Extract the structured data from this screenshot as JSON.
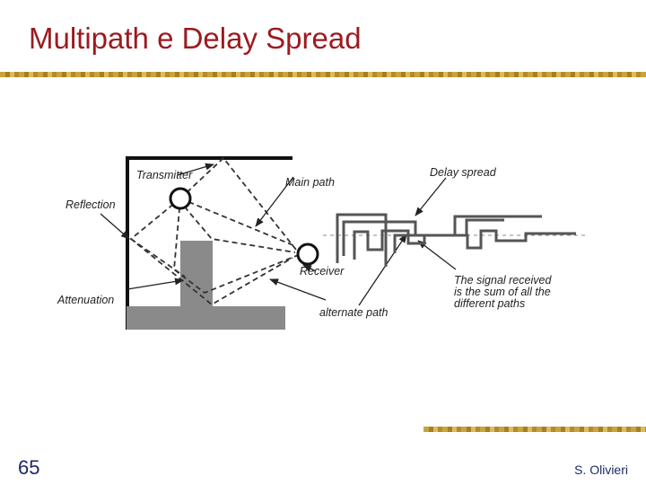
{
  "slide": {
    "title": "Multipath e Delay Spread",
    "page_number": "65",
    "author": "S. Olivieri"
  },
  "diagram": {
    "labels": {
      "transmitter": "Transmitter",
      "reflection": "Reflection",
      "attenuation": "Attenuation",
      "main_path": "Main path",
      "receiver": "Receiver",
      "alternate_path": "alternate path",
      "delay_spread": "Delay spread",
      "signal_line1": "The signal received",
      "signal_line2": "is the sum of all the",
      "signal_line3": "different paths"
    }
  }
}
